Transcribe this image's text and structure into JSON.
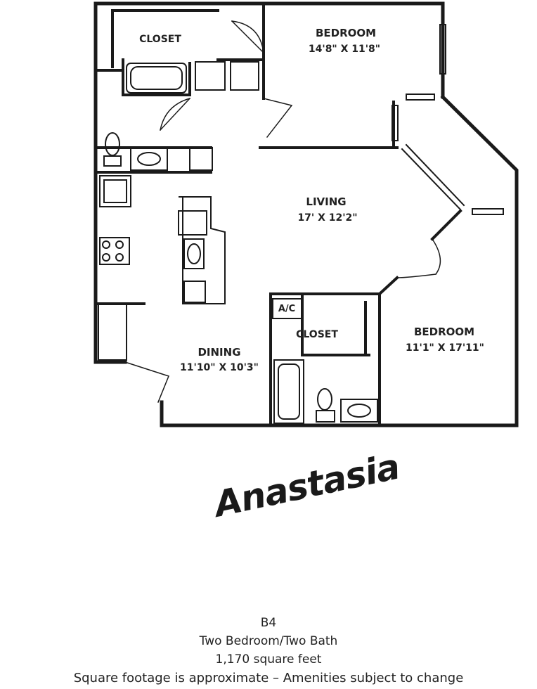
{
  "plan": {
    "rooms": [
      {
        "name": "CLOSET",
        "dims": ""
      },
      {
        "name": "BEDROOM",
        "dims": "14'8\" X 11'8\""
      },
      {
        "name": "LIVING",
        "dims": "17' X 12'2\""
      },
      {
        "name": "A/C",
        "dims": ""
      },
      {
        "name": "CLOSET",
        "dims": ""
      },
      {
        "name": "BEDROOM",
        "dims": "11'1\" X 17'11\""
      },
      {
        "name": "DINING",
        "dims": "11'10\" X 10'3\""
      }
    ]
  },
  "title": "Anastasia",
  "caption": {
    "code": "B4",
    "type": "Two Bedroom/Two Bath",
    "area": "1,170 square feet",
    "note": "Square footage is approximate – Amenities subject to change"
  }
}
